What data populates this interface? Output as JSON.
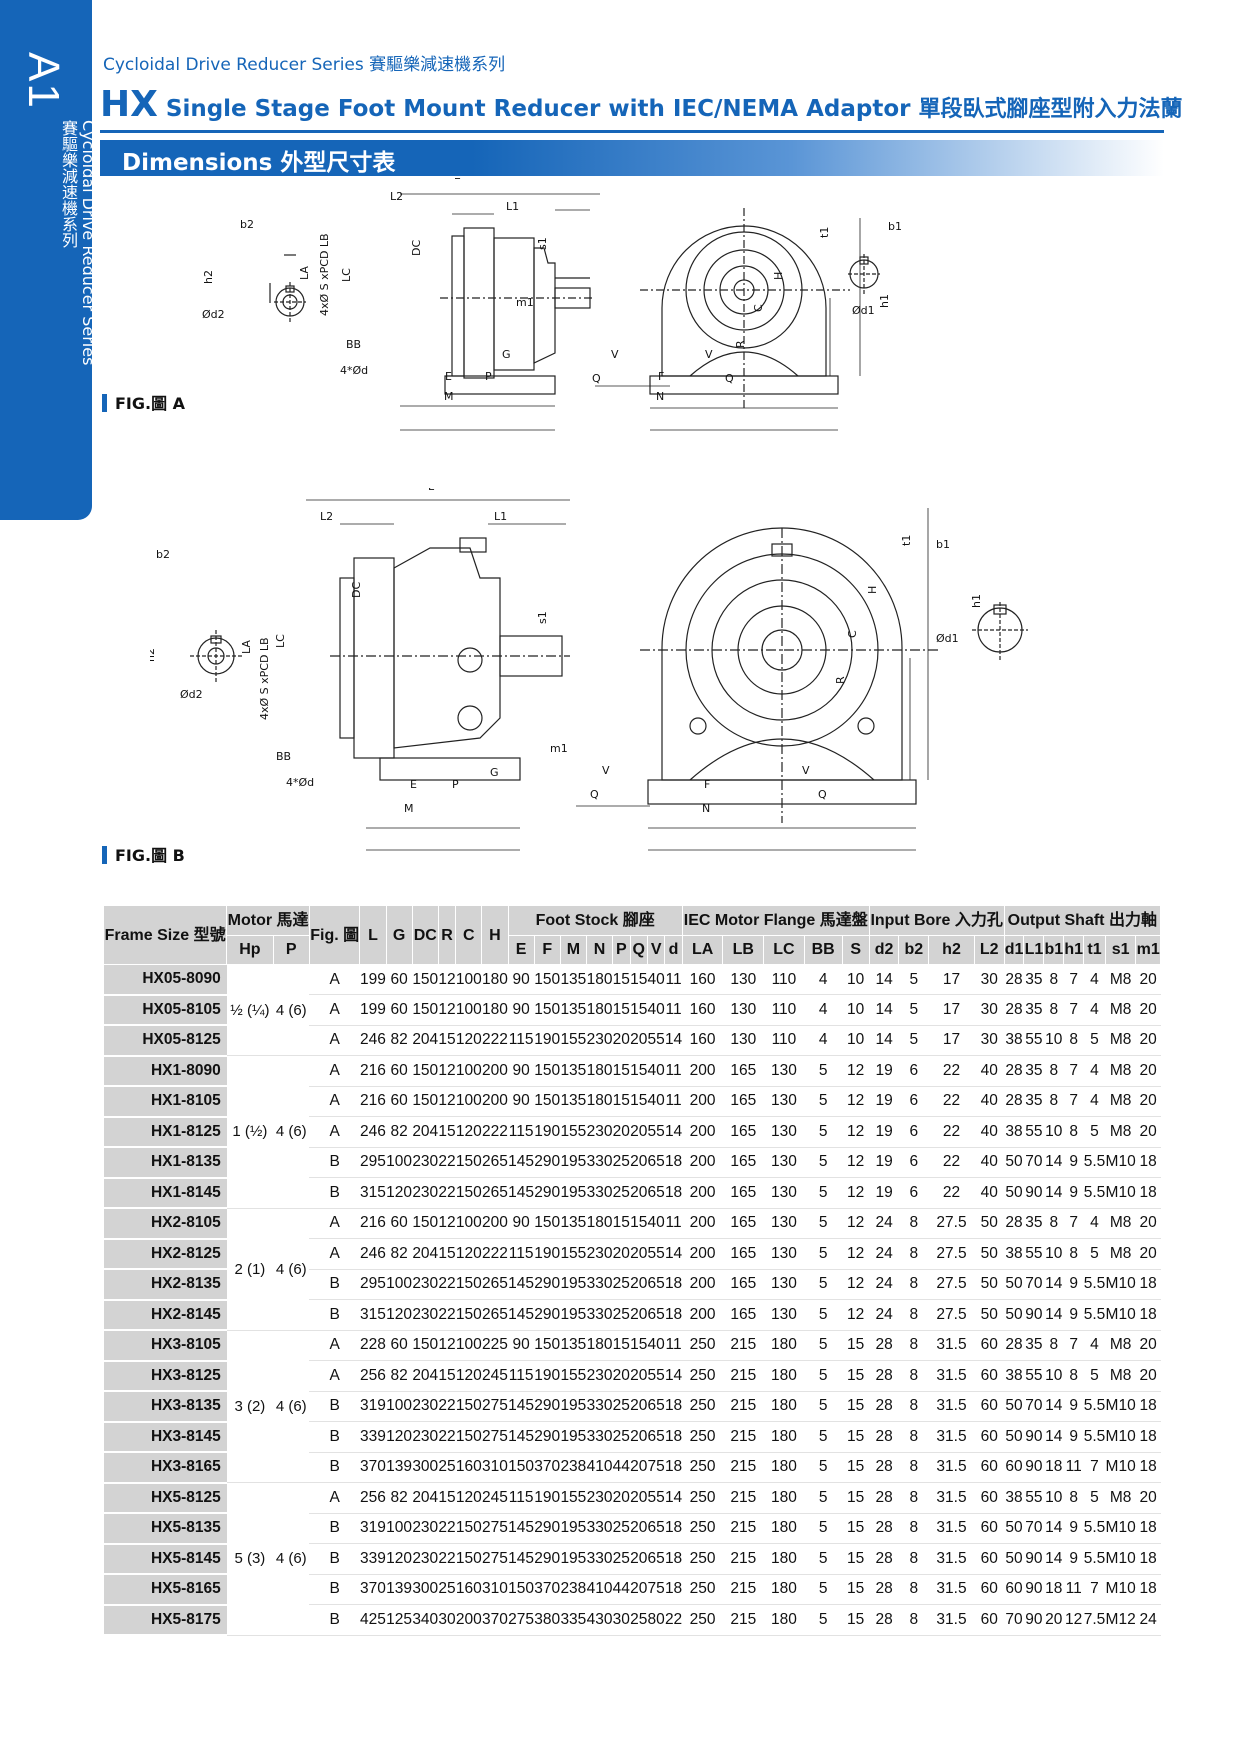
{
  "side_tab": {
    "code": "A1",
    "text_en": "Cycloidal Drive Reducer Series",
    "text_zh": "賽驅樂減速機系列"
  },
  "header": {
    "series": "Cycloidal Drive Reducer Series 賽驅樂減速機系列",
    "code": "HX",
    "title_en": "Single Stage Foot Mount Reducer with IEC/NEMA Adaptor",
    "title_zh": "單段臥式腳座型附入力法蘭"
  },
  "section": {
    "title": "Dimensions 外型尺寸表"
  },
  "figures": [
    {
      "label": "FIG.圖 A"
    },
    {
      "label": "FIG.圖 B"
    }
  ],
  "drawing_labels": {
    "L": "L",
    "L1": "L1",
    "L2": "L2",
    "DC": "DC",
    "LA": "LA",
    "LC": "LC",
    "PCD": "4xØ S xPCD LB",
    "BB": "BB",
    "hole": "4*Ød",
    "E": "E",
    "P": "P",
    "G": "G",
    "M": "M",
    "m1": "m1",
    "s1": "s1",
    "b2": "b2",
    "h2": "h2",
    "d2": "Ød2",
    "t1": "t1",
    "b1": "b1",
    "h1": "h1",
    "d1": "Ød1",
    "V": "V",
    "Q": "Q",
    "F": "F",
    "N": "N",
    "H": "H",
    "C": "C",
    "R": "R"
  },
  "table": {
    "h_frame": "Frame Size 型號",
    "h_motor": "Motor 馬達",
    "h_fig": "Fig. 圖",
    "single_cols": [
      "L",
      "G",
      "DC",
      "R",
      "C",
      "H"
    ],
    "h_foot": "Foot Stock 腳座",
    "h_flange": "IEC Motor Flange 馬達盤",
    "h_bore": "Input Bore 入力孔",
    "h_shaft": "Output Shaft 出力軸",
    "sub_motor": [
      "Hp",
      "P"
    ],
    "sub_foot": [
      "E",
      "F",
      "M",
      "N",
      "P",
      "Q",
      "V",
      "d"
    ],
    "sub_flange": [
      "LA",
      "LB",
      "LC",
      "BB",
      "S"
    ],
    "sub_bore": [
      "d2",
      "b2",
      "h2",
      "L2"
    ],
    "sub_shaft": [
      "d1",
      "L1",
      "b1",
      "h1",
      "t1",
      "s1",
      "m1"
    ],
    "groups": [
      {
        "hp": "½ (¼)",
        "p": "4 (6)",
        "rows": [
          [
            "HX05-8090",
            "A",
            "199",
            "60",
            "150",
            "12",
            "100",
            "180",
            "90",
            "150",
            "135",
            "180",
            "15",
            "15",
            "40",
            "11",
            "160",
            "130",
            "110",
            "4",
            "10",
            "14",
            "5",
            "17",
            "30",
            "28",
            "35",
            "8",
            "7",
            "4",
            "M8",
            "20"
          ],
          [
            "HX05-8105",
            "A",
            "199",
            "60",
            "150",
            "12",
            "100",
            "180",
            "90",
            "150",
            "135",
            "180",
            "15",
            "15",
            "40",
            "11",
            "160",
            "130",
            "110",
            "4",
            "10",
            "14",
            "5",
            "17",
            "30",
            "28",
            "35",
            "8",
            "7",
            "4",
            "M8",
            "20"
          ],
          [
            "HX05-8125",
            "A",
            "246",
            "82",
            "204",
            "15",
            "120",
            "222",
            "115",
            "190",
            "155",
            "230",
            "20",
            "20",
            "55",
            "14",
            "160",
            "130",
            "110",
            "4",
            "10",
            "14",
            "5",
            "17",
            "30",
            "38",
            "55",
            "10",
            "8",
            "5",
            "M8",
            "20"
          ]
        ]
      },
      {
        "hp": "1 (½)",
        "p": "4 (6)",
        "rows": [
          [
            "HX1-8090",
            "A",
            "216",
            "60",
            "150",
            "12",
            "100",
            "200",
            "90",
            "150",
            "135",
            "180",
            "15",
            "15",
            "40",
            "11",
            "200",
            "165",
            "130",
            "5",
            "12",
            "19",
            "6",
            "22",
            "40",
            "28",
            "35",
            "8",
            "7",
            "4",
            "M8",
            "20"
          ],
          [
            "HX1-8105",
            "A",
            "216",
            "60",
            "150",
            "12",
            "100",
            "200",
            "90",
            "150",
            "135",
            "180",
            "15",
            "15",
            "40",
            "11",
            "200",
            "165",
            "130",
            "5",
            "12",
            "19",
            "6",
            "22",
            "40",
            "28",
            "35",
            "8",
            "7",
            "4",
            "M8",
            "20"
          ],
          [
            "HX1-8125",
            "A",
            "246",
            "82",
            "204",
            "15",
            "120",
            "222",
            "115",
            "190",
            "155",
            "230",
            "20",
            "20",
            "55",
            "14",
            "200",
            "165",
            "130",
            "5",
            "12",
            "19",
            "6",
            "22",
            "40",
            "38",
            "55",
            "10",
            "8",
            "5",
            "M8",
            "20"
          ],
          [
            "HX1-8135",
            "B",
            "295",
            "100",
            "230",
            "22",
            "150",
            "265",
            "145",
            "290",
            "195",
            "330",
            "25",
            "20",
            "65",
            "18",
            "200",
            "165",
            "130",
            "5",
            "12",
            "19",
            "6",
            "22",
            "40",
            "50",
            "70",
            "14",
            "9",
            "5.5",
            "M10",
            "18"
          ],
          [
            "HX1-8145",
            "B",
            "315",
            "120",
            "230",
            "22",
            "150",
            "265",
            "145",
            "290",
            "195",
            "330",
            "25",
            "20",
            "65",
            "18",
            "200",
            "165",
            "130",
            "5",
            "12",
            "19",
            "6",
            "22",
            "40",
            "50",
            "90",
            "14",
            "9",
            "5.5",
            "M10",
            "18"
          ]
        ]
      },
      {
        "hp": "2 (1)",
        "p": "4 (6)",
        "rows": [
          [
            "HX2-8105",
            "A",
            "216",
            "60",
            "150",
            "12",
            "100",
            "200",
            "90",
            "150",
            "135",
            "180",
            "15",
            "15",
            "40",
            "11",
            "200",
            "165",
            "130",
            "5",
            "12",
            "24",
            "8",
            "27.5",
            "50",
            "28",
            "35",
            "8",
            "7",
            "4",
            "M8",
            "20"
          ],
          [
            "HX2-8125",
            "A",
            "246",
            "82",
            "204",
            "15",
            "120",
            "222",
            "115",
            "190",
            "155",
            "230",
            "20",
            "20",
            "55",
            "14",
            "200",
            "165",
            "130",
            "5",
            "12",
            "24",
            "8",
            "27.5",
            "50",
            "38",
            "55",
            "10",
            "8",
            "5",
            "M8",
            "20"
          ],
          [
            "HX2-8135",
            "B",
            "295",
            "100",
            "230",
            "22",
            "150",
            "265",
            "145",
            "290",
            "195",
            "330",
            "25",
            "20",
            "65",
            "18",
            "200",
            "165",
            "130",
            "5",
            "12",
            "24",
            "8",
            "27.5",
            "50",
            "50",
            "70",
            "14",
            "9",
            "5.5",
            "M10",
            "18"
          ],
          [
            "HX2-8145",
            "B",
            "315",
            "120",
            "230",
            "22",
            "150",
            "265",
            "145",
            "290",
            "195",
            "330",
            "25",
            "20",
            "65",
            "18",
            "200",
            "165",
            "130",
            "5",
            "12",
            "24",
            "8",
            "27.5",
            "50",
            "50",
            "90",
            "14",
            "9",
            "5.5",
            "M10",
            "18"
          ]
        ]
      },
      {
        "hp": "3 (2)",
        "p": "4 (6)",
        "rows": [
          [
            "HX3-8105",
            "A",
            "228",
            "60",
            "150",
            "12",
            "100",
            "225",
            "90",
            "150",
            "135",
            "180",
            "15",
            "15",
            "40",
            "11",
            "250",
            "215",
            "180",
            "5",
            "15",
            "28",
            "8",
            "31.5",
            "60",
            "28",
            "35",
            "8",
            "7",
            "4",
            "M8",
            "20"
          ],
          [
            "HX3-8125",
            "A",
            "256",
            "82",
            "204",
            "15",
            "120",
            "245",
            "115",
            "190",
            "155",
            "230",
            "20",
            "20",
            "55",
            "14",
            "250",
            "215",
            "180",
            "5",
            "15",
            "28",
            "8",
            "31.5",
            "60",
            "38",
            "55",
            "10",
            "8",
            "5",
            "M8",
            "20"
          ],
          [
            "HX3-8135",
            "B",
            "319",
            "100",
            "230",
            "22",
            "150",
            "275",
            "145",
            "290",
            "195",
            "330",
            "25",
            "20",
            "65",
            "18",
            "250",
            "215",
            "180",
            "5",
            "15",
            "28",
            "8",
            "31.5",
            "60",
            "50",
            "70",
            "14",
            "9",
            "5.5",
            "M10",
            "18"
          ],
          [
            "HX3-8145",
            "B",
            "339",
            "120",
            "230",
            "22",
            "150",
            "275",
            "145",
            "290",
            "195",
            "330",
            "25",
            "20",
            "65",
            "18",
            "250",
            "215",
            "180",
            "5",
            "15",
            "28",
            "8",
            "31.5",
            "60",
            "50",
            "90",
            "14",
            "9",
            "5.5",
            "M10",
            "18"
          ],
          [
            "HX3-8165",
            "B",
            "370",
            "139",
            "300",
            "25",
            "160",
            "310",
            "150",
            "370",
            "238",
            "410",
            "44",
            "20",
            "75",
            "18",
            "250",
            "215",
            "180",
            "5",
            "15",
            "28",
            "8",
            "31.5",
            "60",
            "60",
            "90",
            "18",
            "11",
            "7",
            "M10",
            "18"
          ]
        ]
      },
      {
        "hp": "5 (3)",
        "p": "4 (6)",
        "rows": [
          [
            "HX5-8125",
            "A",
            "256",
            "82",
            "204",
            "15",
            "120",
            "245",
            "115",
            "190",
            "155",
            "230",
            "20",
            "20",
            "55",
            "14",
            "250",
            "215",
            "180",
            "5",
            "15",
            "28",
            "8",
            "31.5",
            "60",
            "38",
            "55",
            "10",
            "8",
            "5",
            "M8",
            "20"
          ],
          [
            "HX5-8135",
            "B",
            "319",
            "100",
            "230",
            "22",
            "150",
            "275",
            "145",
            "290",
            "195",
            "330",
            "25",
            "20",
            "65",
            "18",
            "250",
            "215",
            "180",
            "5",
            "15",
            "28",
            "8",
            "31.5",
            "60",
            "50",
            "70",
            "14",
            "9",
            "5.5",
            "M10",
            "18"
          ],
          [
            "HX5-8145",
            "B",
            "339",
            "120",
            "230",
            "22",
            "150",
            "275",
            "145",
            "290",
            "195",
            "330",
            "25",
            "20",
            "65",
            "18",
            "250",
            "215",
            "180",
            "5",
            "15",
            "28",
            "8",
            "31.5",
            "60",
            "50",
            "90",
            "14",
            "9",
            "5.5",
            "M10",
            "18"
          ],
          [
            "HX5-8165",
            "B",
            "370",
            "139",
            "300",
            "25",
            "160",
            "310",
            "150",
            "370",
            "238",
            "410",
            "44",
            "20",
            "75",
            "18",
            "250",
            "215",
            "180",
            "5",
            "15",
            "28",
            "8",
            "31.5",
            "60",
            "60",
            "90",
            "18",
            "11",
            "7",
            "M10",
            "18"
          ],
          [
            "HX5-8175",
            "B",
            "425",
            "125",
            "340",
            "30",
            "200",
            "370",
            "275",
            "380",
            "335",
            "430",
            "30",
            "25",
            "80",
            "22",
            "250",
            "215",
            "180",
            "5",
            "15",
            "28",
            "8",
            "31.5",
            "60",
            "70",
            "90",
            "20",
            "12",
            "7.5",
            "M12",
            "24"
          ]
        ]
      }
    ]
  }
}
